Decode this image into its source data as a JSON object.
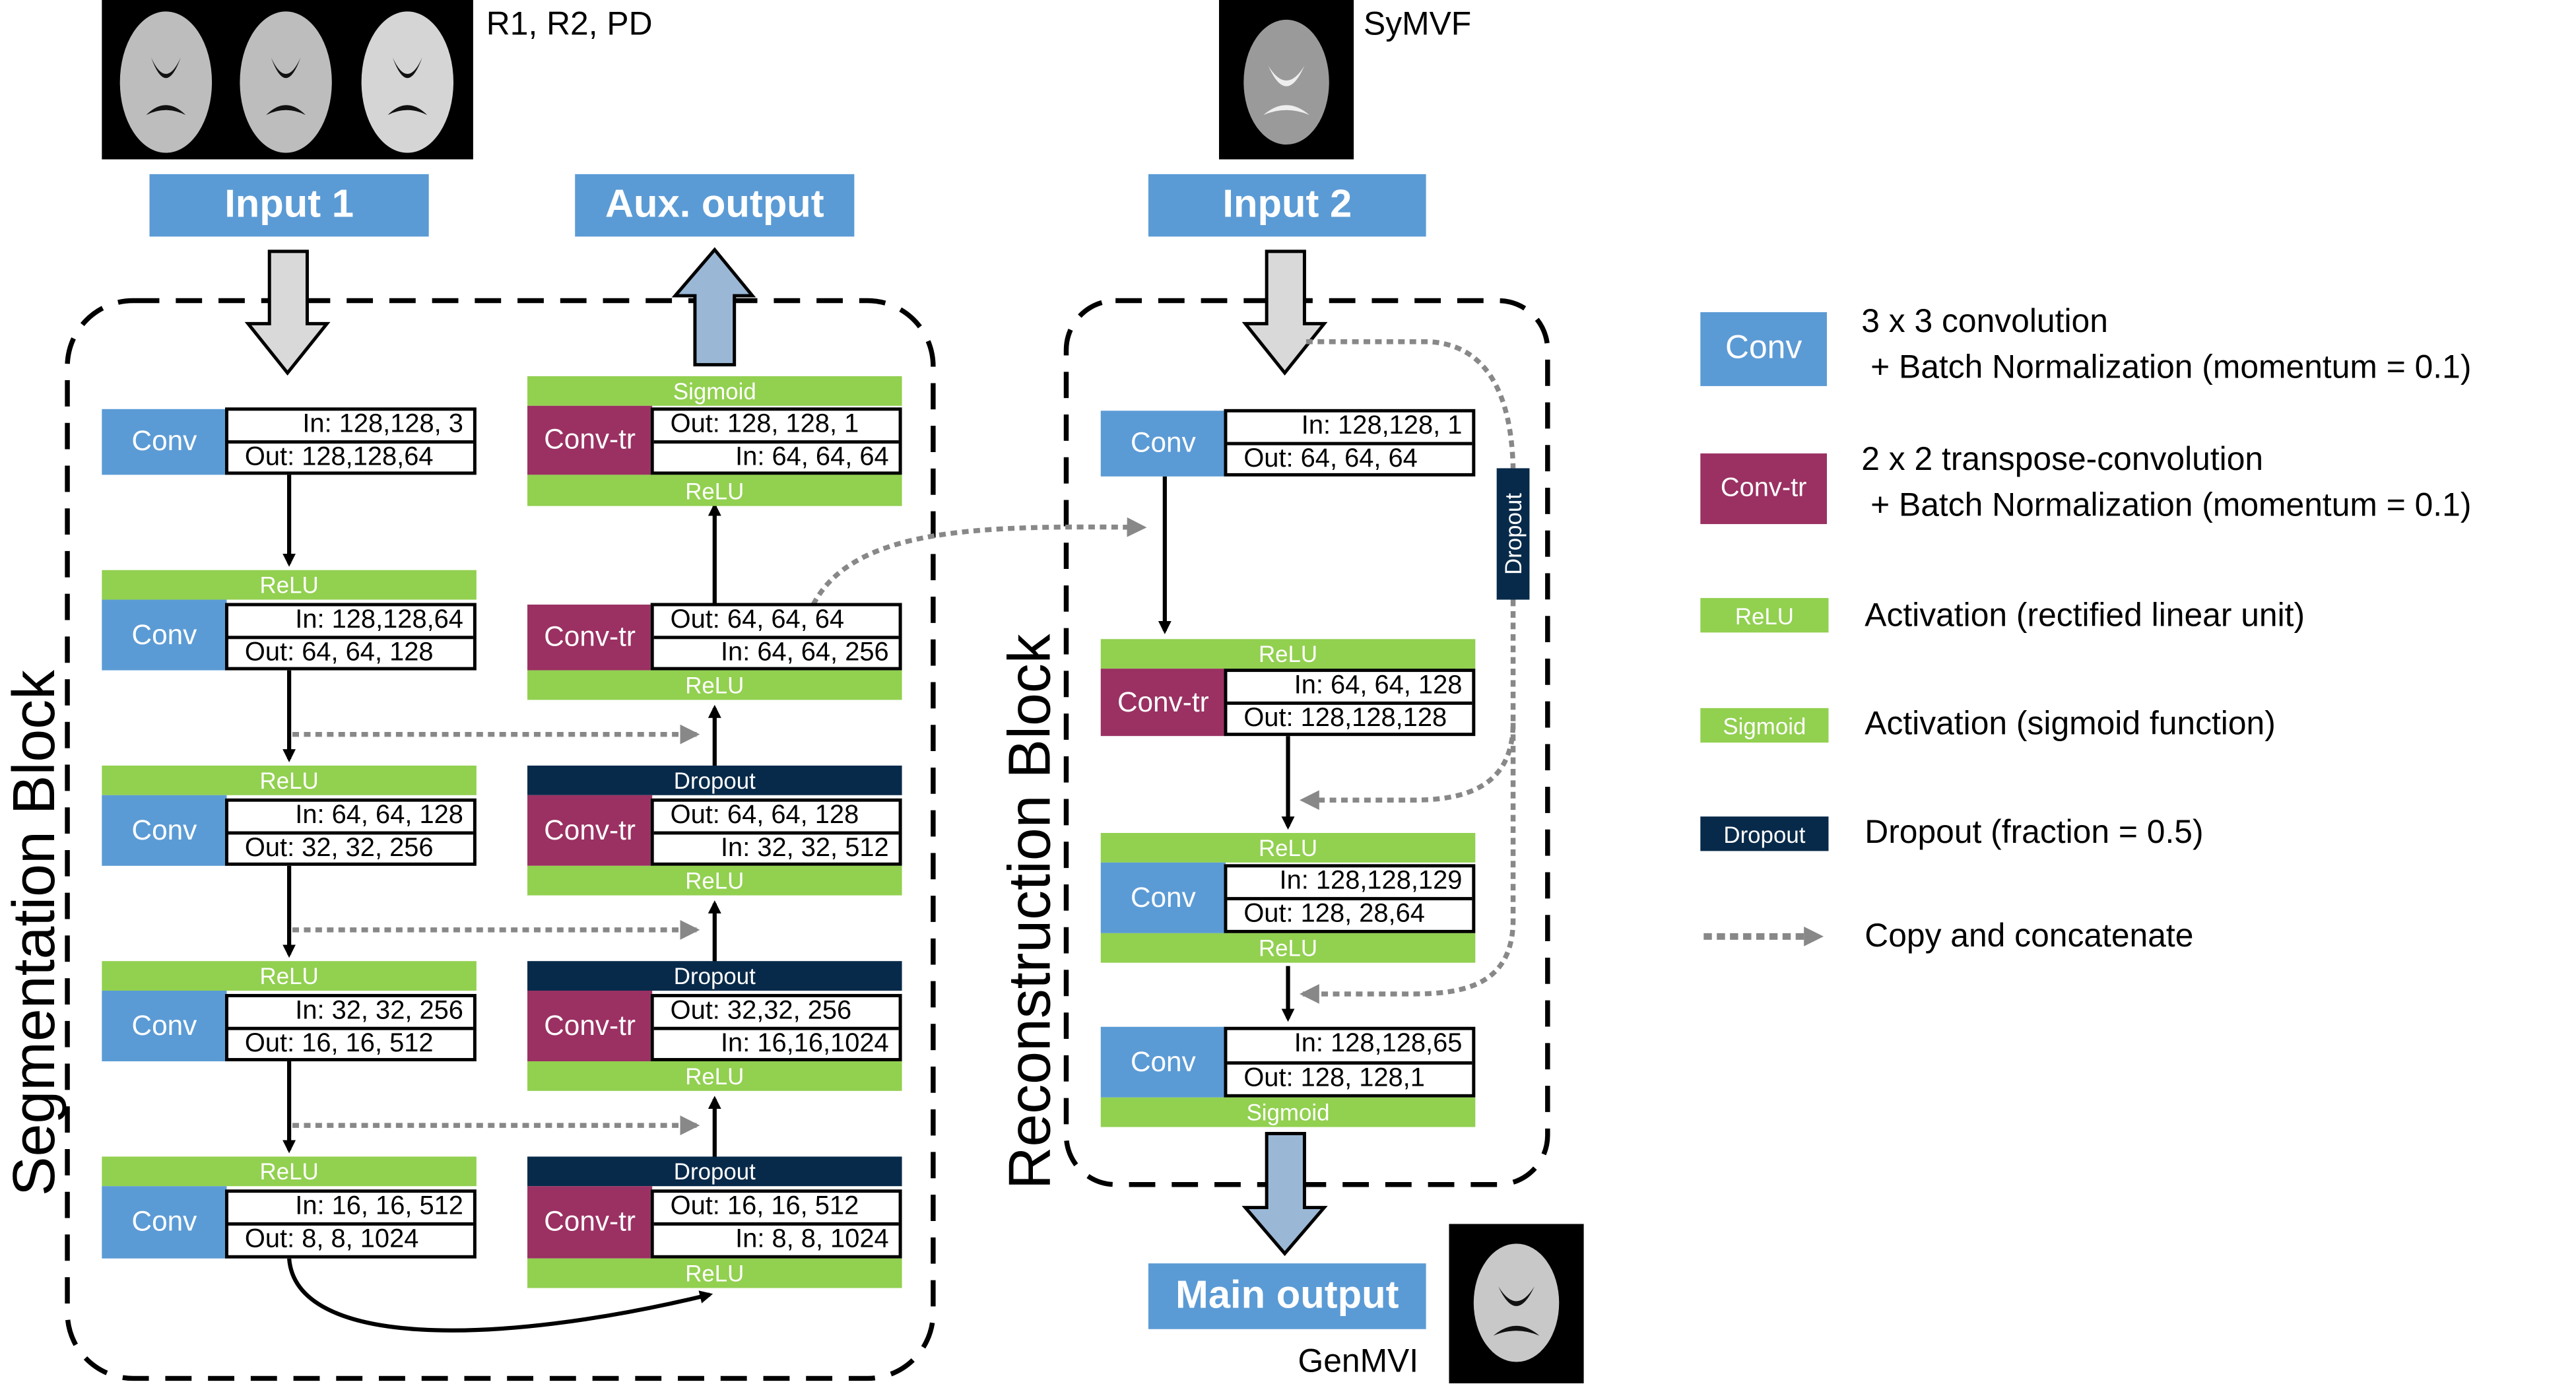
{
  "inputs": {
    "input1": {
      "label": "Input 1",
      "caption": "R1, R2, PD"
    },
    "input2": {
      "label": "Input 2",
      "caption": "SyMVF"
    },
    "aux_output": {
      "label": "Aux. output"
    },
    "main_output": {
      "label": "Main output",
      "caption": "GenMVI"
    }
  },
  "segmentation_block": {
    "title": "Segmentation Block",
    "encoder": [
      {
        "type": "Conv",
        "top_activation": null,
        "in": "In: 128,128, 3",
        "out": "Out: 128,128,64"
      },
      {
        "type": "Conv",
        "top_activation": "ReLU",
        "in": "In: 128,128,64",
        "out": "Out: 64, 64, 128"
      },
      {
        "type": "Conv",
        "top_activation": "ReLU",
        "in": "In: 64, 64, 128",
        "out": "Out: 32, 32, 256"
      },
      {
        "type": "Conv",
        "top_activation": "ReLU",
        "in": "In: 32, 32, 256",
        "out": "Out: 16, 16, 512"
      },
      {
        "type": "Conv",
        "top_activation": "ReLU",
        "in": "In: 16, 16, 512",
        "out": "Out:  8,  8, 1024"
      }
    ],
    "decoder": [
      {
        "type": "Conv-tr",
        "top": "Sigmoid",
        "bottom": "ReLU",
        "out": "Out: 128, 128, 1",
        "in": "In: 64, 64, 64"
      },
      {
        "type": "Conv-tr",
        "top": null,
        "bottom": "ReLU",
        "out": "Out: 64, 64, 64",
        "in": "In: 64, 64, 256"
      },
      {
        "type": "Conv-tr",
        "top": "Dropout",
        "bottom": "ReLU",
        "out": "Out: 64, 64, 128",
        "in": "In: 32, 32, 512"
      },
      {
        "type": "Conv-tr",
        "top": "Dropout",
        "bottom": "ReLU",
        "out": "Out: 32,32, 256",
        "in": "In: 16,16,1024"
      },
      {
        "type": "Conv-tr",
        "top": "Dropout",
        "bottom": "ReLU",
        "out": "Out: 16, 16, 512",
        "in": "In:  8,  8, 1024"
      }
    ]
  },
  "reconstruction_block": {
    "title": "Reconstruction Block",
    "side_dropout": "Dropout",
    "layers": [
      {
        "type": "Conv",
        "top": null,
        "bottom": null,
        "in": "In: 128,128, 1",
        "out": "Out: 64, 64, 64"
      },
      {
        "type": "Conv-tr",
        "top": "ReLU",
        "bottom": null,
        "in": "In: 64, 64, 128",
        "out": "Out: 128,128,128"
      },
      {
        "type": "Conv",
        "top": "ReLU",
        "bottom": "ReLU",
        "in": "In: 128,128,129",
        "out": "Out: 128, 28,64"
      },
      {
        "type": "Conv",
        "top": null,
        "bottom": "Sigmoid",
        "in": "In: 128,128,65",
        "out": "Out: 128, 128,1"
      }
    ]
  },
  "legend": {
    "items": [
      {
        "swatch": "Conv",
        "text": "3 x 3 convolution\n + Batch Normalization (momentum = 0.1)"
      },
      {
        "swatch": "Conv-tr",
        "text": "2 x 2 transpose-convolution\n + Batch Normalization (momentum = 0.1)"
      },
      {
        "swatch": "ReLU",
        "text": "Activation (rectified linear unit)"
      },
      {
        "swatch": "Sigmoid",
        "text": "Activation (sigmoid function)"
      },
      {
        "swatch": "Dropout",
        "text": "Dropout (fraction = 0.5)"
      },
      {
        "swatch": "arrow",
        "text": "Copy and concatenate"
      }
    ]
  },
  "colors": {
    "conv": "#5b9bd5",
    "conv_tr": "#9a3162",
    "activation": "#92d050",
    "dropout": "#082a4a",
    "skip_arrow": "#888888"
  }
}
